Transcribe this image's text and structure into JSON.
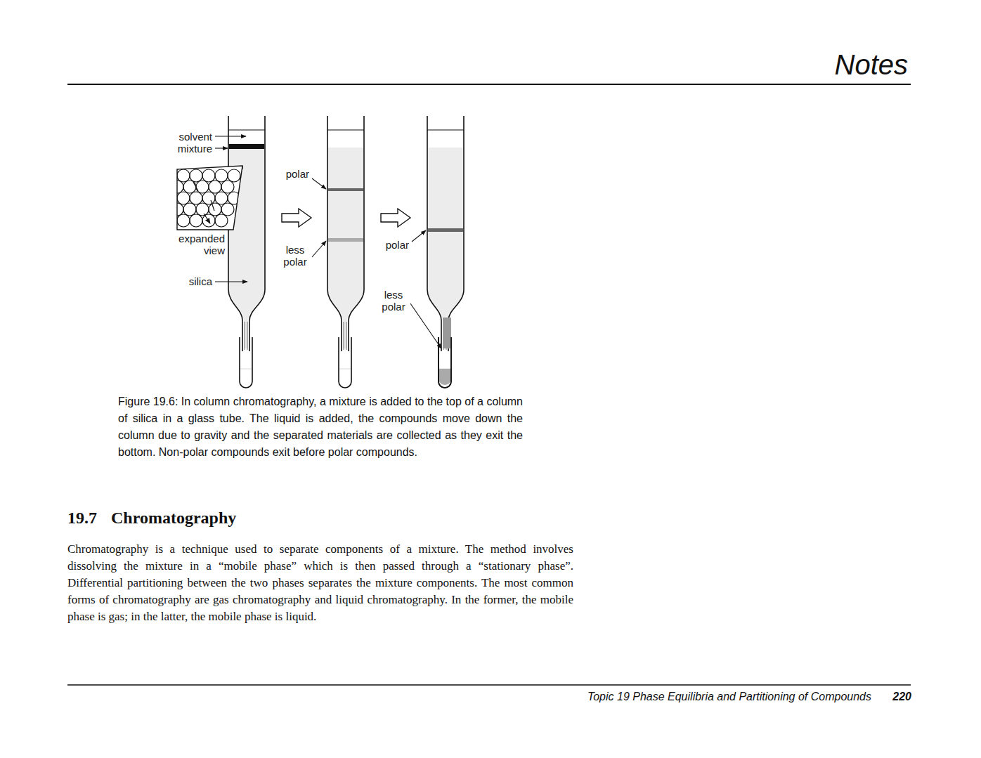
{
  "diagram": {
    "title": "19.7 Chromatography",
    "caption": "Figure 19.6: In column chromatography, a mixture is added to the top of a column of silica in a glass tube. The liquid is added, the compounds move down the column due to gravity and the separated materials are collected as they exit the bottom. Non-polar compounds exit before polar compounds.",
    "labels": [
      "Notes",
      "solvent",
      "mixture",
      "expanded view",
      "silica",
      "polar",
      "less polar",
      "polar",
      "less polar",
      "Chromatography is a technique used to separate components of a mixture. The method involves dissolving the mixture in a “mobile phase” which is then passed through a “stationary phase”. Differential partitioning between the two phases separates the mixture components. The most common forms of chromatography are gas chromatography and liquid chromatography. In the former, the mobile phase is gas; in the latter, the mobile phase is liquid.",
      "Topic 19 Phase Equilibria and Partitioning of Compounds",
      "220"
    ]
  }
}
